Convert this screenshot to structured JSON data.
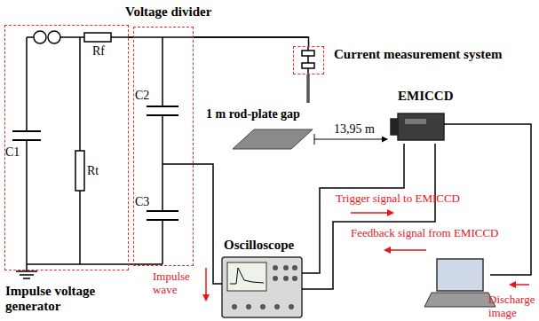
{
  "diagram": {
    "nodes": [
      {
        "text": [
          "Impulse voltage generator"
        ]
      },
      {
        "text": [
          "Voltage divider"
        ]
      },
      {
        "text": [
          "Current measurement system"
        ]
      },
      {
        "text": [
          "Oscilloscope"
        ]
      },
      {
        "text": [
          "EMICCD"
        ]
      }
    ],
    "edges": [
      {
        "from": 0,
        "to": 1,
        "arrow": "none"
      },
      {
        "from": 1,
        "to": 2,
        "arrow": "none"
      },
      {
        "from": 1,
        "to": 3,
        "arrow": "none"
      },
      {
        "from": 3,
        "to": 4,
        "arrow": "none"
      },
      {
        "from": 4,
        "to": 3,
        "arrow": "none"
      }
    ],
    "labels": [
      "Rf",
      "Rt",
      "C1",
      "C2",
      "C3",
      "1 m rod-plate gap",
      "13,95 m",
      "Trigger signal to EMICCD",
      "Feedback signal from EMICCD",
      "Impulse wave",
      "Discharge image"
    ]
  }
}
